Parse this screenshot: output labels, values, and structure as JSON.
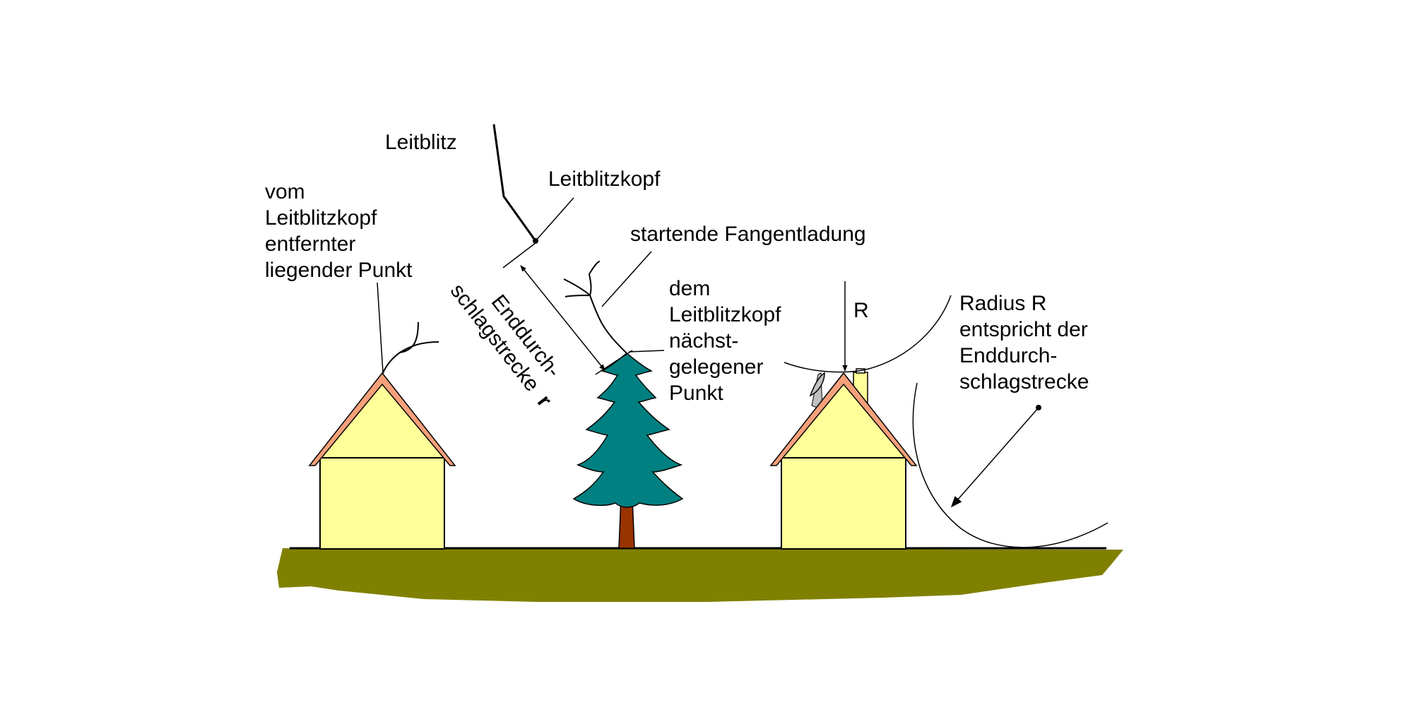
{
  "labels": {
    "leitblitz": "Leitblitz",
    "leitblitzkopf": "Leitblitzkopf",
    "far_point": [
      "vom",
      "Leitblitzkopf",
      "entfernter",
      "liegender Punkt"
    ],
    "startende": "startende Fangentladung",
    "nearest_point": [
      "dem",
      "Leitblitzkopf",
      "nächst-",
      "gelegener",
      "Punkt"
    ],
    "r_label": "R",
    "radius_note": [
      "Radius R",
      "entspricht der",
      "Enddurch-",
      "schlagstrecke"
    ],
    "strike_distance_line1": "Enddurch-",
    "strike_distance_line2": "schlagstrecke",
    "strike_distance_symbol": "r"
  },
  "colors": {
    "ground": "#808000",
    "house_wall": "#ffff99",
    "roof": "#f4a07a",
    "tree": "#008080",
    "trunk": "#993300",
    "chimney": "#ffff99",
    "antenna": "#c0c0c0"
  }
}
